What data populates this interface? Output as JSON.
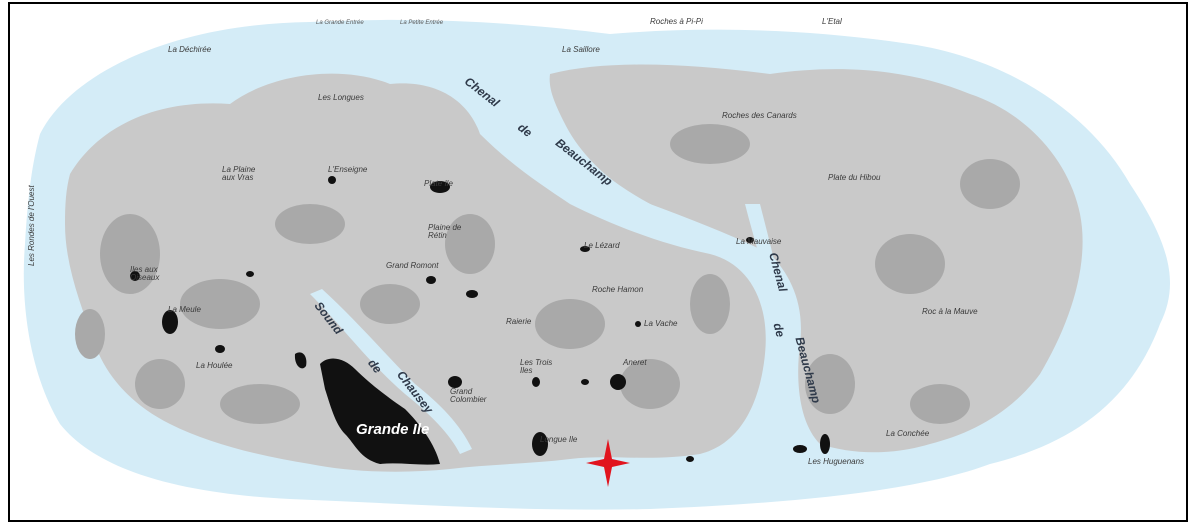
{
  "map": {
    "colors": {
      "water": "#d4ecf7",
      "land": "#c9c9c9",
      "rock": "#a9a9a9",
      "islet": "#111111",
      "marker": "#e1141e",
      "border": "#000000"
    },
    "marker_icon": "red-four-point-star",
    "labels": {
      "la_dechiree": "La Déchirée",
      "la_grande_entree": "La Grande Entrée",
      "la_petite_entree": "La Petite Entrée",
      "roches_a_pi_pi": "Roches à Pi-Pi",
      "l_etal": "L'Etal",
      "la_saillore": "La Saillore",
      "les_longues": "Les Longues",
      "roches_des_canards": "Roches des Canards",
      "la_plaine_aux_vras": "La Plaine aux Vras",
      "l_enseigne": "L'Enseigne",
      "plate_ile": "Plate Ile",
      "plate_du_hibou": "Plate du Hibou",
      "les_rondes_de_l_ouest": "Les Rondes de l'Ouest",
      "plaine_de_retin": "Plaine de Rétin",
      "le_lezard": "Le Lézard",
      "la_mauvaise": "La Mauvaise",
      "grand_romont": "Grand Romont",
      "iles_aux_oiseaux": "Iles aux Oiseaux",
      "la_meule": "La Meule",
      "roche_hamon": "Roche Hamon",
      "raierie": "Raierie",
      "la_vache": "La Vache",
      "roc_a_la_mauve": "Roc à la Mauve",
      "la_houlee": "La Houlée",
      "les_trois_iles": "Les Trois Iles",
      "aneret": "Aneret",
      "grand_colombier": "Grand Colombier",
      "grande_ile": "Grande Ile",
      "longue_ile": "Longue Ile",
      "la_conchee": "La Conchée",
      "les_huguenans": "Les Huguenans",
      "chenal_beauchamp_1": "Chenal",
      "chenal_beauchamp_2": "de",
      "chenal_beauchamp_3": "Beauchamp",
      "sound_1": "Sound",
      "sound_2": "de",
      "sound_3": "Chausey",
      "chenal2_1": "Chenal",
      "chenal2_2": "de",
      "chenal2_3": "Beauchamp"
    }
  }
}
